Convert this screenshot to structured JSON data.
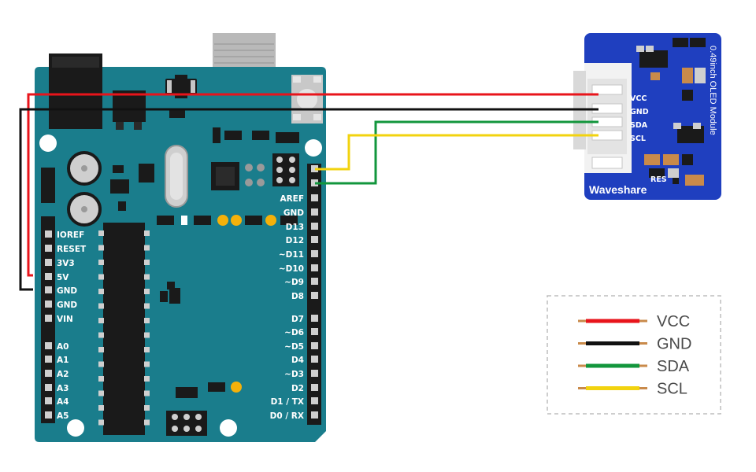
{
  "arduino": {
    "left_labels": [
      "IOREF",
      "RESET",
      "3V3",
      "5V",
      "GND",
      "GND",
      "VIN",
      "A0",
      "A1",
      "A2",
      "A3",
      "A4",
      "A5"
    ],
    "right_labels": [
      "AREF",
      "GND",
      "D13",
      "D12",
      "~D11",
      "~D10",
      "~D9",
      "D8",
      "D7",
      "~D6",
      "~D5",
      "D4",
      "~D3",
      "D2",
      "D1 / TX",
      "D0 / RX"
    ]
  },
  "module": {
    "brand": "Waveshare",
    "title": "0.49inch OLED Module",
    "pin_labels": [
      "VCC",
      "GND",
      "SDA",
      "SCL"
    ],
    "res_label": "RES"
  },
  "legend": {
    "items": [
      {
        "label": "VCC",
        "color": "#e8141b"
      },
      {
        "label": "GND",
        "color": "#111111"
      },
      {
        "label": "SDA",
        "color": "#12963c"
      },
      {
        "label": "SCL",
        "color": "#f2d30f"
      }
    ]
  }
}
